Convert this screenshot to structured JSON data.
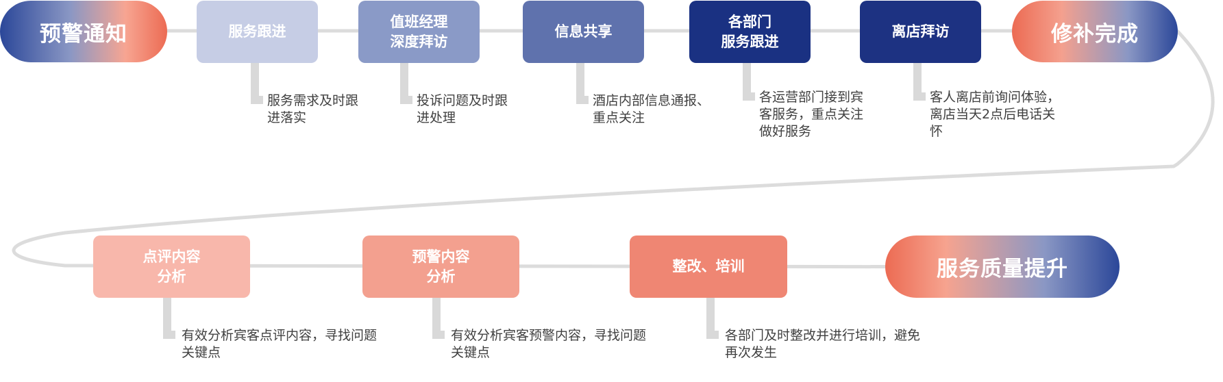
{
  "colors": {
    "connector": "#dcdcdc",
    "stem": "#d9d9d9",
    "text": "#404040",
    "blue_dark": "#1a3182",
    "blue_mid": "#5f72ad",
    "blue_light": "#8a9ac7",
    "blue_pale": "#c6cde5",
    "coral_pale": "#f8b7ab",
    "coral_mid": "#f3a08f",
    "coral": "#ef8673",
    "coral_strong": "#ec6b53"
  },
  "flow": {
    "start_label": "预警通知",
    "top_steps": [
      {
        "label": "服务跟进",
        "desc": "服务需求及时跟\n进落实"
      },
      {
        "label": "值班经理\n深度拜访",
        "desc": "投诉问题及时跟\n进处理"
      },
      {
        "label": "信息共享",
        "desc": "酒店内部信息通报、\n重点关注"
      },
      {
        "label": "各部门\n服务跟进",
        "desc": "各运营部门接到宾\n客服务，重点关注\n做好服务"
      },
      {
        "label": "离店拜访",
        "desc": "客人离店前询问体验，\n离店当天2点后电话关\n怀"
      }
    ],
    "middle_label": "修补完成",
    "bottom_steps": [
      {
        "label": "点评内容\n分析",
        "desc": "有效分析宾客点评内容，寻找问题\n关键点"
      },
      {
        "label": "预警内容\n分析",
        "desc": "有效分析宾客预警内容，寻找问题\n关键点"
      },
      {
        "label": "整改、培训",
        "desc": "各部门及时整改并进行培训，避免\n再次发生"
      }
    ],
    "end_label": "服务质量提升"
  }
}
